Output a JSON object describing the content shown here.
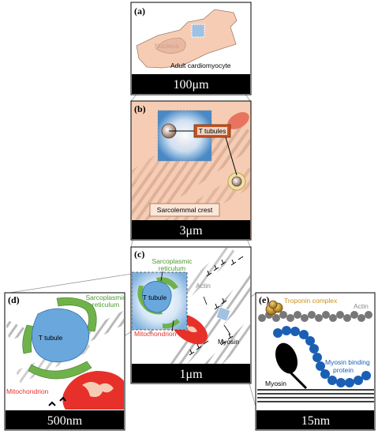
{
  "panels": {
    "a": {
      "letter": "(a)",
      "nucleus": "Nucleus",
      "cell": "Adult cardiomyocyte",
      "scale": "100μm"
    },
    "b": {
      "letter": "(b)",
      "t_tubules": "T tubules",
      "sarcolemmal_crest": "Sarcolemmal crest",
      "scale": "3μm"
    },
    "c": {
      "letter": "(c)",
      "sr_line1": "Sarcoplasmic",
      "sr_line2": "reticulum",
      "t_tubule": "T tubule",
      "actin": "Actin",
      "mitochondrion": "Mitochondrion",
      "myosin": "Myosin",
      "scale": "1μm"
    },
    "d": {
      "letter": "(d)",
      "sr_line1": "Sarcoplasmic",
      "sr_line2": "reticulum",
      "t_tubule": "T tubule",
      "mitochondrion": "Mitochondrion",
      "scale": "500nm"
    },
    "e": {
      "letter": "(e)",
      "troponin": "Troponin complex",
      "actin": "Actin",
      "mybp_line1": "Myosin binding",
      "mybp_line2": "protein",
      "myosin": "Myosin",
      "scale": "15nm"
    }
  },
  "colors": {
    "cell_fill": "#f6cdb4",
    "t_tubule_blue": "#6aa7dc",
    "sr_green": "#6fb24a",
    "mito_red": "#e8302a",
    "mybp_blue": "#1a5fb4",
    "troponin_gold": "#c8921e",
    "actin_gray": "#777777"
  }
}
